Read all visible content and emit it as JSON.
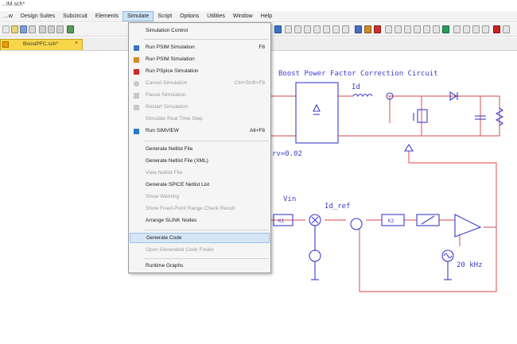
{
  "window": {
    "title": "...IM.sch*"
  },
  "menu_bar": {
    "items": [
      "...w",
      "Design Suites",
      "Subcircuit",
      "Elements",
      "Simulate",
      "Script",
      "Options",
      "Utilities",
      "Window",
      "Help"
    ],
    "active": "Simulate"
  },
  "tabs": [
    {
      "label": "BoostPFC.sch*",
      "close": "×"
    }
  ],
  "simulate_menu": {
    "items": [
      {
        "label": "Simulation Control",
        "shortcut": "",
        "enabled": true,
        "icon": "none"
      },
      {
        "label": "Run PSIM Simulation",
        "shortcut": "F8",
        "enabled": true,
        "icon": "run-psim-icon"
      },
      {
        "label": "Run PSIM Simulation",
        "shortcut": "",
        "enabled": true,
        "icon": "run-psim-icon-2"
      },
      {
        "label": "Run PSpice Simulation",
        "shortcut": "",
        "enabled": true,
        "icon": "pspice-icon"
      },
      {
        "label": "Cancel Simulation",
        "shortcut": "Ctrl+Shift+F8",
        "enabled": false,
        "icon": "cancel-icon"
      },
      {
        "label": "Pause Simulation",
        "shortcut": "",
        "enabled": false,
        "icon": "pause-icon"
      },
      {
        "label": "Restart Simulation",
        "shortcut": "",
        "enabled": false,
        "icon": "restart-icon"
      },
      {
        "label": "Simulate Real Time Step",
        "shortcut": "",
        "enabled": false,
        "icon": "none"
      },
      {
        "label": "Run SIMVIEW",
        "shortcut": "Alt+F8",
        "enabled": true,
        "icon": "simview-icon"
      },
      {
        "label": "Generate Netlist File",
        "shortcut": "",
        "enabled": true,
        "icon": "none"
      },
      {
        "label": "Generate Netlist File (XML)",
        "shortcut": "",
        "enabled": true,
        "icon": "none"
      },
      {
        "label": "View Netlist File",
        "shortcut": "",
        "enabled": false,
        "icon": "none"
      },
      {
        "label": "Generate SPICE Netlist List",
        "shortcut": "",
        "enabled": true,
        "icon": "none"
      },
      {
        "label": "Show Warning",
        "shortcut": "",
        "enabled": false,
        "icon": "none"
      },
      {
        "label": "Show Fixed-Point Range Check Result",
        "shortcut": "",
        "enabled": false,
        "icon": "none"
      },
      {
        "label": "Arrange SLINK Nodes",
        "shortcut": "",
        "enabled": true,
        "icon": "none"
      },
      {
        "label": "Generate Code",
        "shortcut": "",
        "enabled": true,
        "icon": "none"
      },
      {
        "label": "Open Generated Code Folder",
        "shortcut": "",
        "enabled": false,
        "icon": "none"
      },
      {
        "label": "Runtime Graphs",
        "shortcut": "",
        "enabled": true,
        "icon": "none"
      }
    ],
    "hover_index": 16
  },
  "schematic": {
    "title": "Boost Power Factor Correction Circuit",
    "labels": {
      "inductor_current": "Id",
      "input_voltage": "Vin",
      "reference_current": "Id_ref",
      "param_fragment": "rv=0.02",
      "sine_source": "20 kHz",
      "block_multiplier": "K1",
      "block_gain": "K2"
    },
    "colors": {
      "wire_red": "#e06a6a",
      "component_blue": "#3d3dcc"
    }
  }
}
